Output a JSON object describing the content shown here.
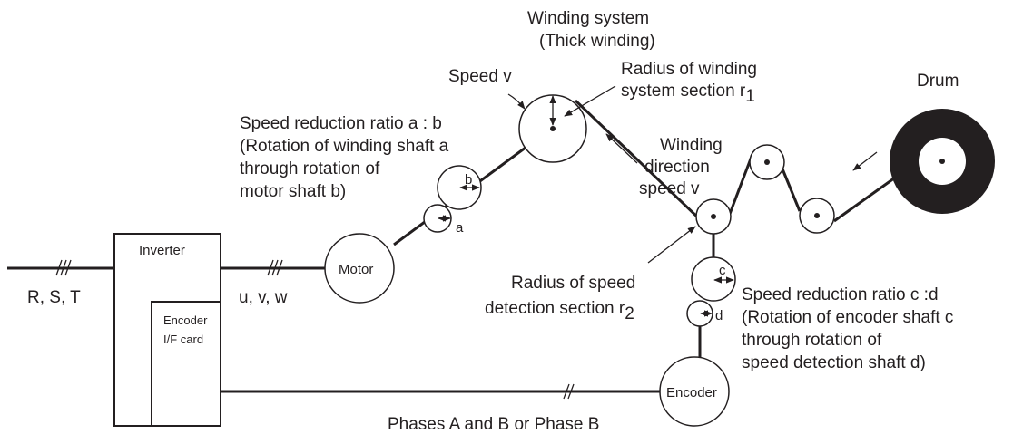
{
  "labels": {
    "winding_system": "Winding system",
    "thick_winding": "(Thick winding)",
    "speed_v": "Speed v",
    "radius_winding_1": "Radius of winding",
    "radius_winding_2": "system section r",
    "radius_winding_sub": "1",
    "drum": "Drum",
    "reduction_ab_1": "Speed reduction ratio a : b",
    "reduction_ab_2": "(Rotation of winding shaft a",
    "reduction_ab_3": "through rotation of",
    "reduction_ab_4": "motor shaft b)",
    "winding_dir_1": "Winding",
    "winding_dir_2": "direction",
    "winding_dir_3": "speed v",
    "gear_a": "a",
    "gear_b": "b",
    "gear_c": "c",
    "gear_d": "d",
    "inverter": "Inverter",
    "motor": "Motor",
    "rst": "R, S, T",
    "uvw": "u, v, w",
    "encoder_if_1": "Encoder",
    "encoder_if_2": "I/F card",
    "radius_speed_1": "Radius of speed",
    "radius_speed_2": "detection section r",
    "radius_speed_sub": "2",
    "reduction_cd_1": "Speed reduction ratio c :d",
    "reduction_cd_2": "(Rotation of encoder shaft c",
    "reduction_cd_3": "through rotation of",
    "reduction_cd_4": "speed detection shaft d)",
    "encoder": "Encoder",
    "phases": "Phases A and B or Phase B"
  }
}
